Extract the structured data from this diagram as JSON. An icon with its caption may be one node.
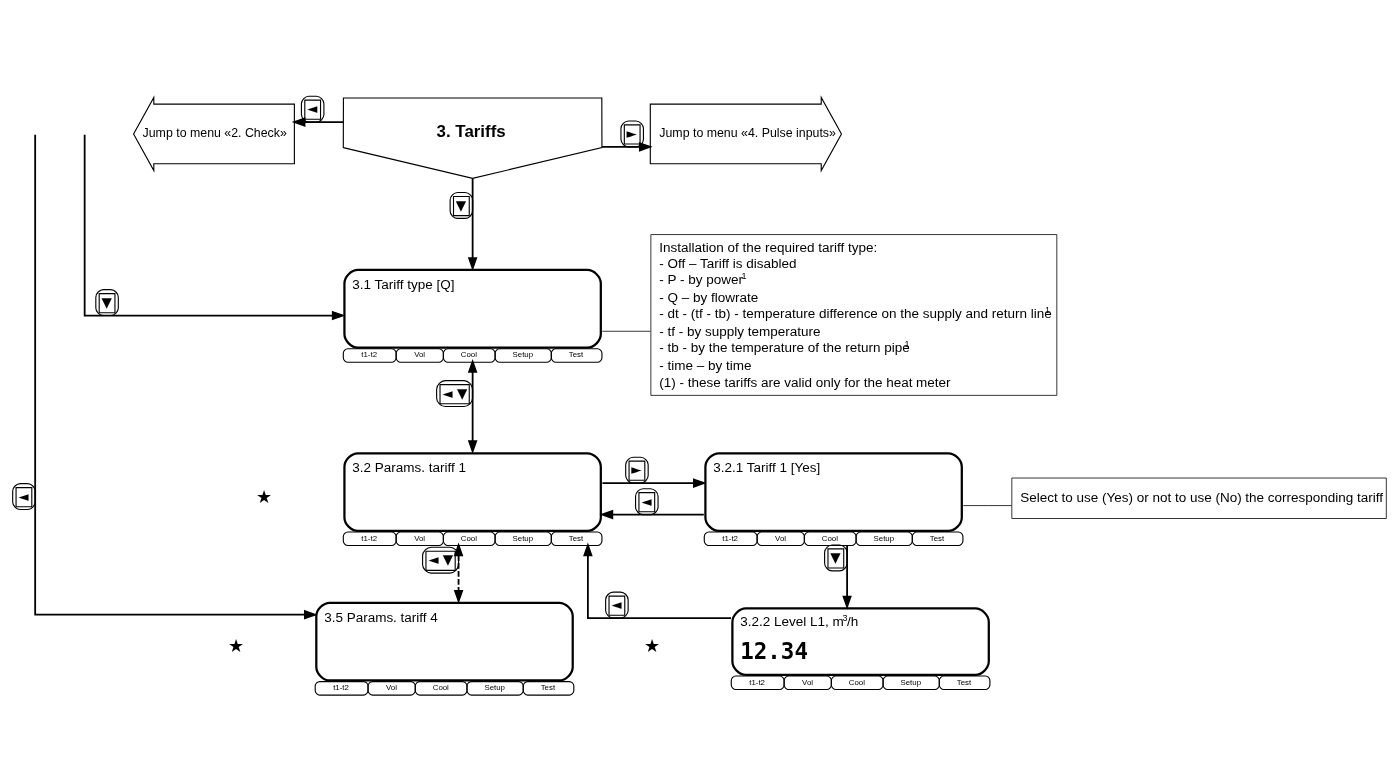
{
  "diagram": {
    "nodes": [
      {
        "text": [
          "3. Tariffs"
        ]
      },
      {
        "text": [
          "Jump to menu «2. Check»"
        ]
      },
      {
        "text": [
          "Jump to menu «4. Pulse inputs»"
        ]
      },
      {
        "text": [
          "3.1 Tariff type [Q]"
        ],
        "beside": [
          "t1-t2",
          "Vol",
          "Cool",
          "Setup",
          "Test"
        ]
      },
      {
        "text": [
          "Installation of the required tariff type:",
          "- Off – Tariff is disabled",
          "- P - by power$^{1}$",
          "- Q – by flowrate",
          "- dt - (tf - tb) - temperature difference on the supply and return line$^{1}$",
          "- tf - by supply temperature",
          "- tb - by the temperature of the return pipe$^{1}$",
          "- time – by time",
          "(1) - these tariffs are valid only for the heat meter"
        ]
      },
      {
        "text": [
          "3.2 Params. tariff 1"
        ],
        "beside": [
          "t1-t2",
          "Vol",
          "Cool",
          "Setup",
          "Test"
        ]
      },
      {
        "text": [
          "3.2.1 Tariff 1 [Yes]"
        ],
        "beside": [
          "t1-t2",
          "Vol",
          "Cool",
          "Setup",
          "Test"
        ]
      },
      {
        "text": [
          "Select to use (Yes) or not to use (No) the corresponding tariff"
        ]
      },
      {
        "text": [
          "3.2.2 Level L1, m$^{3}$/h",
          "12.34"
        ],
        "beside": [
          "t1-t2",
          "Vol",
          "Cool",
          "Setup",
          "Test"
        ]
      },
      {
        "text": [
          "3.5 Params. tariff 4"
        ],
        "beside": [
          "t1-t2",
          "Vol",
          "Cool",
          "Setup",
          "Test"
        ]
      }
    ],
    "edges": [
      {
        "from": 0,
        "to": 1,
        "arrow": "to",
        "label": "◄"
      },
      {
        "from": 0,
        "to": 2,
        "arrow": "to",
        "label": "►"
      },
      {
        "from": 0,
        "to": 3,
        "arrow": "to",
        "label": "▼"
      },
      {
        "from": null,
        "to": 3,
        "arrow": "to",
        "label": "▼"
      },
      {
        "from": 4,
        "to": 3,
        "arrow": "none"
      },
      {
        "from": 3,
        "to": 5,
        "arrow": "both",
        "label": "◄ ▼"
      },
      {
        "from": 5,
        "to": 6,
        "arrow": "to",
        "label": "►"
      },
      {
        "from": 6,
        "to": 5,
        "arrow": "to",
        "label": "◄"
      },
      {
        "from": 7,
        "to": 6,
        "arrow": "none"
      },
      {
        "from": 6,
        "to": 8,
        "arrow": "to",
        "label": "▼"
      },
      {
        "from": 8,
        "to": 5,
        "arrow": "to",
        "label": "◄"
      },
      {
        "from": 5,
        "to": 9,
        "arrow": "both",
        "style": "dashed",
        "label": "◄ ▼"
      },
      {
        "from": null,
        "to": 9,
        "arrow": "to",
        "label": "◄"
      }
    ],
    "labels": [
      "★",
      "★",
      "★"
    ]
  }
}
